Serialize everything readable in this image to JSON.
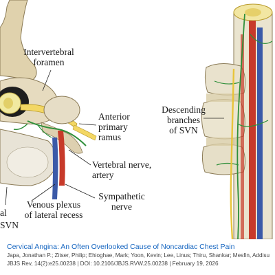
{
  "figure": {
    "left_labels": {
      "intervertebral_foramen": "Intervertebral\nforamen",
      "anterior_primary_ramus": "Anterior\nprimary\nramus",
      "vertebral_nerve_artery": "Vertebral nerve,\nartery",
      "sympathetic_nerve": "Sympathetic\nnerve",
      "venous_plexus": "Venous plexus\nof lateral recess",
      "partial_al": "al",
      "partial_svn": "SVN"
    },
    "right_labels": {
      "descending_branches": "Descending\nbranches\nof SVN"
    }
  },
  "caption": {
    "title": "Cervical Angina: An Often Overlooked Cause of Noncardiac Chest Pain",
    "authors": "Japa, Jonathan P.; Zitser, Philip; Ehioghae, Mark; Yoon, Kevin; Lee, Linus; Thiru, Shankar; Mesfin, Addisu",
    "citation": "JBJS Rev, 14(2):e25.00238 | DOI: 10.2106/JBJS.RVW.25.00238 | February 19, 2026"
  }
}
